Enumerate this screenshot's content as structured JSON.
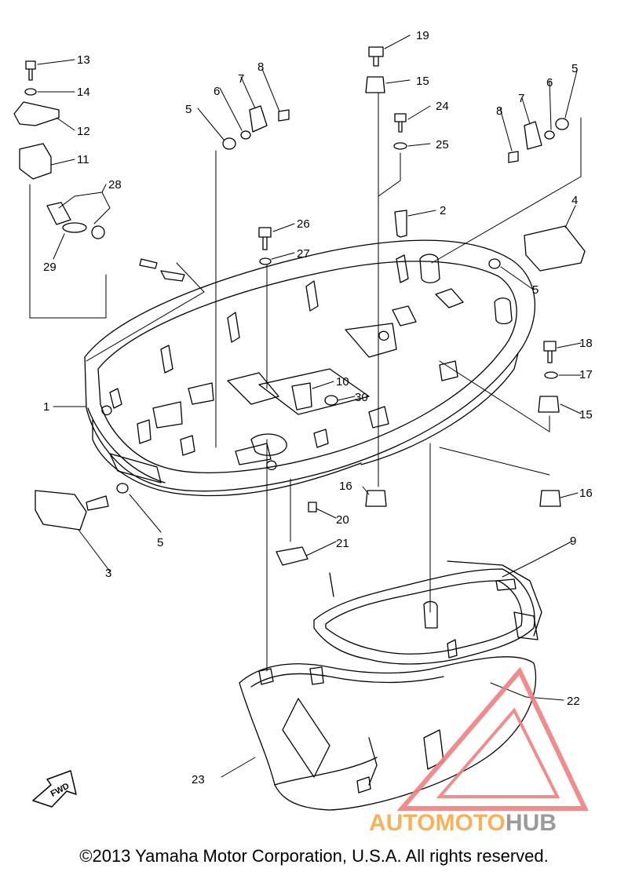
{
  "callouts": [
    "1",
    "2",
    "3",
    "4",
    "5",
    "6",
    "7",
    "8",
    "9",
    "10",
    "11",
    "12",
    "13",
    "14",
    "15",
    "16",
    "17",
    "18",
    "19",
    "20",
    "21",
    "22",
    "23",
    "24",
    "25",
    "26",
    "27",
    "28",
    "29",
    "30"
  ],
  "fwd_label": "FWD",
  "watermark": {
    "part1": "AUTOMOTO",
    "part2": "HUB",
    "color1": "#f5b25a",
    "color2": "#9a9a9a"
  },
  "footer": {
    "copyright": "©2013 Yamaha Motor Corporation, U.S.A. All rights reserved."
  },
  "colors": {
    "line": "#000000",
    "watermark_triangle": "#f08080"
  }
}
